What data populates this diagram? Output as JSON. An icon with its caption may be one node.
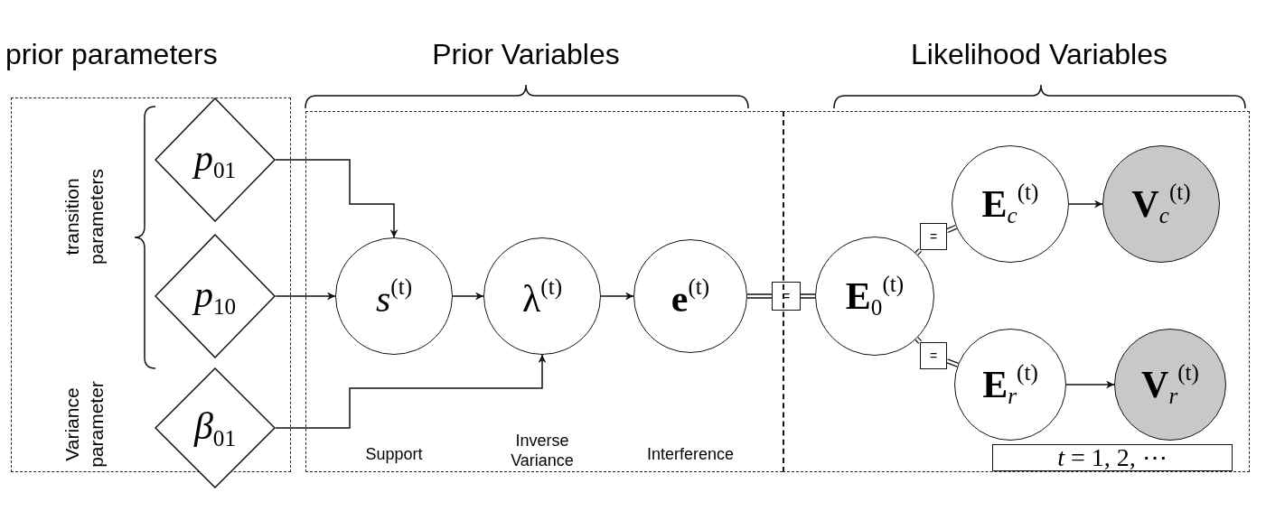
{
  "diagram": {
    "nodes": [
      {
        "text": [
          "prior parameters",
          "transition parameters",
          "Variance parameter"
        ]
      },
      {
        "text": [
          "*p*$_{01}$"
        ],
        "in": 0
      },
      {
        "text": [
          "*p*$_{10}$"
        ],
        "in": 0
      },
      {
        "text": [
          "*β*$_{01}$"
        ],
        "in": 0
      },
      {
        "text": [
          "Prior Variables"
        ]
      },
      {
        "text": [
          "*s*$^{(t)}$"
        ],
        "in": 4
      },
      {
        "text": [
          "λ$^{(t)}$"
        ],
        "in": 4
      },
      {
        "text": [
          "**e**$^{(t)}$"
        ],
        "in": 4
      },
      {
        "text": [
          "="
        ]
      },
      {
        "text": [
          "Likelihood Variables"
        ]
      },
      {
        "text": [
          "**E**$_{0}$$^{(t)}$"
        ],
        "in": 9
      },
      {
        "text": [
          "="
        ],
        "in": 9
      },
      {
        "text": [
          "**E**$_{c}$$^{(t)}$"
        ],
        "in": 9
      },
      {
        "text": [
          "**V**$_{c}$$^{(t)}$"
        ],
        "in": 9
      },
      {
        "text": [
          "="
        ],
        "in": 9
      },
      {
        "text": [
          "**E**$_{r}$$^{(t)}$"
        ],
        "in": 9
      },
      {
        "text": [
          "**V**$_{r}$$^{(t)}$"
        ],
        "in": 9
      },
      {
        "text": [
          "*t* = 1, 2, ⋯"
        ],
        "in": 9
      }
    ],
    "edges": [
      {
        "from": 1,
        "to": 5,
        "arrow": "to"
      },
      {
        "from": 2,
        "to": 5,
        "arrow": "to"
      },
      {
        "from": 3,
        "to": 6,
        "arrow": "to"
      },
      {
        "from": 5,
        "to": 6,
        "arrow": "to"
      },
      {
        "from": 6,
        "to": 7,
        "arrow": "to"
      },
      {
        "from": 7,
        "to": 8,
        "arrow": "none"
      },
      {
        "from": 8,
        "to": 10,
        "arrow": "none"
      },
      {
        "from": 10,
        "to": 11,
        "arrow": "none"
      },
      {
        "from": 11,
        "to": 12,
        "arrow": "none"
      },
      {
        "from": 10,
        "to": 14,
        "arrow": "none"
      },
      {
        "from": 14,
        "to": 15,
        "arrow": "none"
      },
      {
        "from": 12,
        "to": 13,
        "arrow": "to"
      },
      {
        "from": 15,
        "to": 16,
        "arrow": "to"
      }
    ],
    "labels": [
      "Support",
      "Inverse Variance",
      "Interference"
    ]
  }
}
